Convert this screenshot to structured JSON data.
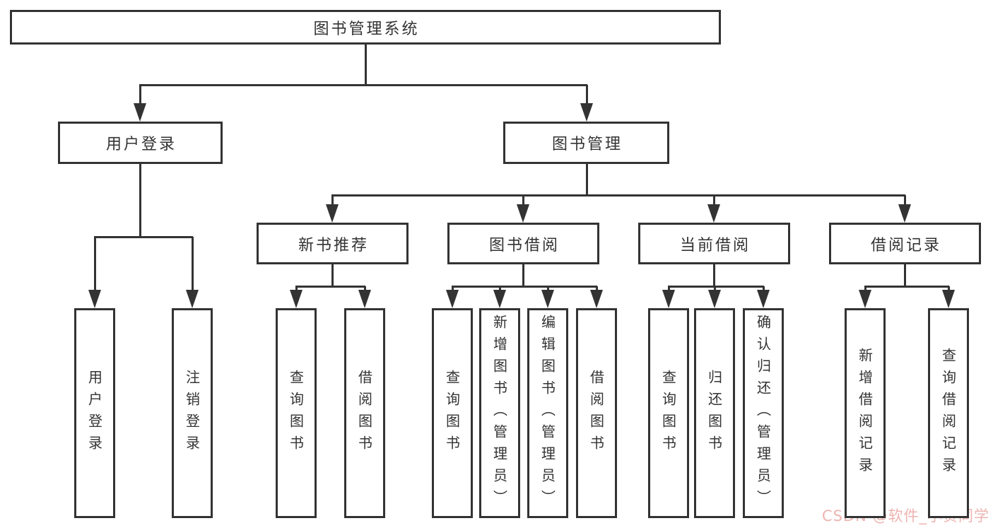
{
  "diagram": {
    "title": "图书管理系统",
    "watermark": "CSDN @软件_小贺同学",
    "colors": {
      "line": "#333333",
      "box_border": "#333333",
      "text": "#333333",
      "watermark": "#eeb4b1",
      "background": "#ffffff"
    },
    "nodes": [
      {
        "id": "root",
        "label": "图书管理系统",
        "level": 1,
        "parent": null
      },
      {
        "id": "user-login",
        "label": "用户登录",
        "level": 2,
        "parent": "root"
      },
      {
        "id": "book-mgmt",
        "label": "图书管理",
        "level": 2,
        "parent": "root"
      },
      {
        "id": "new-book-rec",
        "label": "新书推荐",
        "level": 3,
        "parent": "book-mgmt"
      },
      {
        "id": "book-borrow",
        "label": "图书借阅",
        "level": 3,
        "parent": "book-mgmt"
      },
      {
        "id": "current-borrow",
        "label": "当前借阅",
        "level": 3,
        "parent": "book-mgmt"
      },
      {
        "id": "borrow-record",
        "label": "借阅记录",
        "level": 3,
        "parent": "book-mgmt"
      },
      {
        "id": "user-login-leaf",
        "label": "用户登录",
        "level": 4,
        "parent": "user-login"
      },
      {
        "id": "logout-leaf",
        "label": "注销登录",
        "level": 4,
        "parent": "user-login"
      },
      {
        "id": "rec-query-book",
        "label": "查询图书",
        "level": 4,
        "parent": "new-book-rec"
      },
      {
        "id": "rec-borrow-book",
        "label": "借阅图书",
        "level": 4,
        "parent": "new-book-rec"
      },
      {
        "id": "bb-query-book",
        "label": "查询图书",
        "level": 4,
        "parent": "book-borrow"
      },
      {
        "id": "bb-add-book",
        "label": "新增图书（管理员）",
        "level": 4,
        "parent": "book-borrow"
      },
      {
        "id": "bb-edit-book",
        "label": "编辑图书（管理员）",
        "level": 4,
        "parent": "book-borrow"
      },
      {
        "id": "bb-borrow-book",
        "label": "借阅图书",
        "level": 4,
        "parent": "book-borrow"
      },
      {
        "id": "cb-query-book",
        "label": "查询图书",
        "level": 4,
        "parent": "current-borrow"
      },
      {
        "id": "cb-return-book",
        "label": "归还图书",
        "level": 4,
        "parent": "current-borrow"
      },
      {
        "id": "cb-confirm-return",
        "label": "确认归还（管理员）",
        "level": 4,
        "parent": "current-borrow"
      },
      {
        "id": "rec-add-borrow-record",
        "label": "新增借阅记录",
        "level": 4,
        "parent": "borrow-record"
      },
      {
        "id": "rec-query-borrow-record",
        "label": "查询借阅记录",
        "level": 4,
        "parent": "borrow-record"
      }
    ]
  }
}
